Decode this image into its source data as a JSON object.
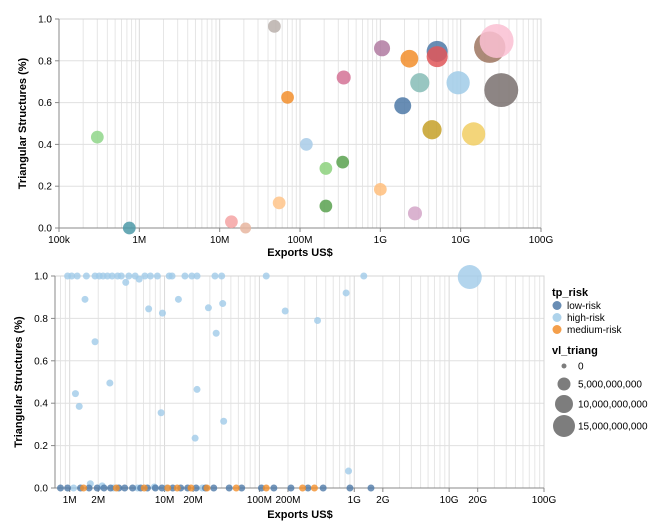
{
  "chart_data": [
    {
      "type": "scatter",
      "title": "",
      "xlabel": "Exports US$",
      "ylabel": "Triangular Structures (%)",
      "xscale": "log",
      "xlim": [
        100000,
        100000000000
      ],
      "ylim": [
        0,
        1
      ],
      "x_ticks": [
        100000,
        1000000,
        10000000,
        100000000,
        1000000000,
        10000000000,
        100000000000
      ],
      "x_tick_labels": [
        "100k",
        "1M",
        "10M",
        "100M",
        "1G",
        "10G",
        "100G"
      ],
      "y_ticks": [
        0,
        0.2,
        0.4,
        0.6,
        0.8,
        1
      ],
      "y_tick_labels": [
        "0.0",
        "0.2",
        "0.4",
        "0.6",
        "0.8",
        "1.0"
      ],
      "grid": true,
      "points": [
        {
          "x": 300000,
          "y": 0.435,
          "size": 0.1,
          "color": "#8fd68a"
        },
        {
          "x": 750000,
          "y": 0.0,
          "size": 0.1,
          "color": "#4e9aa8"
        },
        {
          "x": 14000000,
          "y": 0.03,
          "size": 0.1,
          "color": "#f4a3a3"
        },
        {
          "x": 21000000,
          "y": 0.0,
          "size": 0.05,
          "color": "#e8b6a0"
        },
        {
          "x": 48000000,
          "y": 0.965,
          "size": 0.1,
          "color": "#bab0ac"
        },
        {
          "x": 55000000,
          "y": 0.12,
          "size": 0.1,
          "color": "#ffc48a"
        },
        {
          "x": 70000000,
          "y": 0.625,
          "size": 0.1,
          "color": "#f28e2b"
        },
        {
          "x": 120000000,
          "y": 0.4,
          "size": 0.1,
          "color": "#a8cbe8"
        },
        {
          "x": 210000000,
          "y": 0.285,
          "size": 0.1,
          "color": "#8cd17d"
        },
        {
          "x": 210000000,
          "y": 0.105,
          "size": 0.1,
          "color": "#59a14f"
        },
        {
          "x": 340000000,
          "y": 0.315,
          "size": 0.1,
          "color": "#59a14f"
        },
        {
          "x": 350000000,
          "y": 0.72,
          "size": 0.15,
          "color": "#d37295"
        },
        {
          "x": 1000000000,
          "y": 0.185,
          "size": 0.1,
          "color": "#ffbe7d"
        },
        {
          "x": 1050000000,
          "y": 0.86,
          "size": 0.25,
          "color": "#b07aa1"
        },
        {
          "x": 1900000000,
          "y": 0.585,
          "size": 0.3,
          "color": "#4e79a7"
        },
        {
          "x": 2300000000,
          "y": 0.81,
          "size": 0.35,
          "color": "#f28e2b"
        },
        {
          "x": 2700000000,
          "y": 0.07,
          "size": 0.15,
          "color": "#d4a6c8"
        },
        {
          "x": 3100000000,
          "y": 0.695,
          "size": 0.45,
          "color": "#86bcb6"
        },
        {
          "x": 4400000000,
          "y": 0.47,
          "size": 0.45,
          "color": "#c5a028"
        },
        {
          "x": 5100000000,
          "y": 0.845,
          "size": 0.6,
          "color": "#4e79a7"
        },
        {
          "x": 5100000000,
          "y": 0.82,
          "size": 0.6,
          "color": "#e15759"
        },
        {
          "x": 9300000000,
          "y": 0.695,
          "size": 0.8,
          "color": "#a0cbe8"
        },
        {
          "x": 14500000000,
          "y": 0.45,
          "size": 0.8,
          "color": "#f1ce63"
        },
        {
          "x": 23000000000,
          "y": 0.865,
          "size": 1.8,
          "color": "#9d7660"
        },
        {
          "x": 28000000000,
          "y": 0.895,
          "size": 2.2,
          "color": "#fabfd2"
        },
        {
          "x": 32000000000,
          "y": 0.66,
          "size": 2.2,
          "color": "#79706e"
        }
      ]
    },
    {
      "type": "scatter",
      "title": "",
      "xlabel": "Exports US$",
      "ylabel": "Triangular Structures (%)",
      "xscale": "log",
      "xlim": [
        700000,
        100000000000
      ],
      "ylim": [
        0,
        1
      ],
      "x_ticks": [
        1000000,
        2000000,
        10000000,
        20000000,
        100000000,
        200000000,
        1000000000,
        2000000000,
        10000000000,
        20000000000,
        100000000000
      ],
      "x_tick_labels": [
        "1M",
        "2M",
        "10M",
        "20M",
        "100M",
        "200M",
        "1G",
        "2G",
        "10G",
        "20G",
        "100G"
      ],
      "y_ticks": [
        0,
        0.2,
        0.4,
        0.6,
        0.8,
        1
      ],
      "y_tick_labels": [
        "0.0",
        "0.2",
        "0.4",
        "0.6",
        "0.8",
        "1.0"
      ],
      "grid": true,
      "legend": {
        "color_title": "tp_risk",
        "color_items": [
          {
            "label": "low-risk",
            "color": "#4e79a7"
          },
          {
            "label": "high-risk",
            "color": "#a0cbe8"
          },
          {
            "label": "medium-risk",
            "color": "#f28e2b"
          }
        ],
        "size_title": "vl_triang",
        "size_items": [
          {
            "label": "0",
            "value": 0
          },
          {
            "label": "5,000,000,000",
            "value": 5000000000
          },
          {
            "label": "10,000,000,000",
            "value": 10000000000
          },
          {
            "label": "15,000,000,000",
            "value": 15000000000
          }
        ],
        "placement": "right"
      },
      "series": [
        {
          "name": "high-risk",
          "color": "#a0cbe8",
          "points": [
            {
              "x": 950000,
              "y": 1.0
            },
            {
              "x": 1050000,
              "y": 1.0
            },
            {
              "x": 1200000,
              "y": 1.0
            },
            {
              "x": 1500000,
              "y": 1.0
            },
            {
              "x": 1850000,
              "y": 1.0
            },
            {
              "x": 2050000,
              "y": 1.0
            },
            {
              "x": 2250000,
              "y": 1.0
            },
            {
              "x": 2500000,
              "y": 1.0
            },
            {
              "x": 2800000,
              "y": 1.0
            },
            {
              "x": 3200000,
              "y": 1.0
            },
            {
              "x": 3500000,
              "y": 1.0
            },
            {
              "x": 4200000,
              "y": 1.0
            },
            {
              "x": 4900000,
              "y": 1.0
            },
            {
              "x": 6200000,
              "y": 1.0
            },
            {
              "x": 7100000,
              "y": 1.0
            },
            {
              "x": 8400000,
              "y": 1.0
            },
            {
              "x": 11200000,
              "y": 1.0
            },
            {
              "x": 12000000,
              "y": 1.0
            },
            {
              "x": 16400000,
              "y": 1.0
            },
            {
              "x": 19400000,
              "y": 1.0
            },
            {
              "x": 22000000,
              "y": 1.0
            },
            {
              "x": 34000000,
              "y": 1.0
            },
            {
              "x": 40000000,
              "y": 1.0
            },
            {
              "x": 118000000,
              "y": 1.0
            },
            {
              "x": 1260000000,
              "y": 1.0
            },
            {
              "x": 5400000,
              "y": 0.985
            },
            {
              "x": 3900000,
              "y": 0.97
            },
            {
              "x": 1450000,
              "y": 0.89
            },
            {
              "x": 6800000,
              "y": 0.845
            },
            {
              "x": 9500000,
              "y": 0.825
            },
            {
              "x": 14000000,
              "y": 0.89
            },
            {
              "x": 29000000,
              "y": 0.85
            },
            {
              "x": 41000000,
              "y": 0.87
            },
            {
              "x": 187000000,
              "y": 0.835
            },
            {
              "x": 410000000,
              "y": 0.79
            },
            {
              "x": 820000000,
              "y": 0.92
            },
            {
              "x": 1850000,
              "y": 0.69
            },
            {
              "x": 35000000,
              "y": 0.73
            },
            {
              "x": 1150000,
              "y": 0.445
            },
            {
              "x": 2650000,
              "y": 0.495
            },
            {
              "x": 1260000,
              "y": 0.385
            },
            {
              "x": 22000000,
              "y": 0.465
            },
            {
              "x": 9200000,
              "y": 0.355
            },
            {
              "x": 42000000,
              "y": 0.315
            },
            {
              "x": 21000000,
              "y": 0.235
            },
            {
              "x": 870000000,
              "y": 0.08
            },
            {
              "x": 1650000,
              "y": 0.02
            },
            {
              "x": 2200000,
              "y": 0.01
            },
            {
              "x": 7800000,
              "y": 0.005
            },
            {
              "x": 1100000,
              "y": 0.0
            },
            {
              "x": 2900000,
              "y": 0.0
            },
            {
              "x": 5200000,
              "y": 0.0
            },
            {
              "x": 10500000,
              "y": 0.0
            },
            {
              "x": 25000000,
              "y": 0.0
            },
            {
              "x": 16500000000,
              "y": 0.995,
              "size": 1
            }
          ]
        },
        {
          "name": "low-risk",
          "color": "#4e79a7",
          "points": [
            {
              "x": 800000,
              "y": 0.0
            },
            {
              "x": 950000,
              "y": 0.0
            },
            {
              "x": 1300000,
              "y": 0.0
            },
            {
              "x": 1600000,
              "y": 0.0
            },
            {
              "x": 1950000,
              "y": 0.0
            },
            {
              "x": 2300000,
              "y": 0.0
            },
            {
              "x": 2700000,
              "y": 0.0
            },
            {
              "x": 3300000,
              "y": 0.0
            },
            {
              "x": 3800000,
              "y": 0.0
            },
            {
              "x": 4600000,
              "y": 0.0
            },
            {
              "x": 5600000,
              "y": 0.0
            },
            {
              "x": 6600000,
              "y": 0.0
            },
            {
              "x": 8000000,
              "y": 0.0
            },
            {
              "x": 9400000,
              "y": 0.0
            },
            {
              "x": 12200000,
              "y": 0.0
            },
            {
              "x": 14800000,
              "y": 0.0
            },
            {
              "x": 17500000,
              "y": 0.0
            },
            {
              "x": 21500000,
              "y": 0.0
            },
            {
              "x": 27000000,
              "y": 0.0
            },
            {
              "x": 33000000,
              "y": 0.0
            },
            {
              "x": 48000000,
              "y": 0.0
            },
            {
              "x": 65000000,
              "y": 0.0
            },
            {
              "x": 105000000,
              "y": 0.0
            },
            {
              "x": 142000000,
              "y": 0.0
            },
            {
              "x": 215000000,
              "y": 0.0
            },
            {
              "x": 325000000,
              "y": 0.0
            },
            {
              "x": 470000000,
              "y": 0.0
            },
            {
              "x": 900000000,
              "y": 0.0
            },
            {
              "x": 1500000000,
              "y": 0.0
            }
          ]
        },
        {
          "name": "medium-risk",
          "color": "#f28e2b",
          "points": [
            {
              "x": 1400000,
              "y": 0.0
            },
            {
              "x": 3100000,
              "y": 0.0
            },
            {
              "x": 6100000,
              "y": 0.0
            },
            {
              "x": 10800000,
              "y": 0.0
            },
            {
              "x": 13600000,
              "y": 0.0
            },
            {
              "x": 19000000,
              "y": 0.0
            },
            {
              "x": 28000000,
              "y": 0.0
            },
            {
              "x": 57000000,
              "y": 0.0
            },
            {
              "x": 118000000,
              "y": 0.0
            },
            {
              "x": 285000000,
              "y": 0.0
            },
            {
              "x": 380000000,
              "y": 0.0
            }
          ]
        }
      ]
    }
  ]
}
